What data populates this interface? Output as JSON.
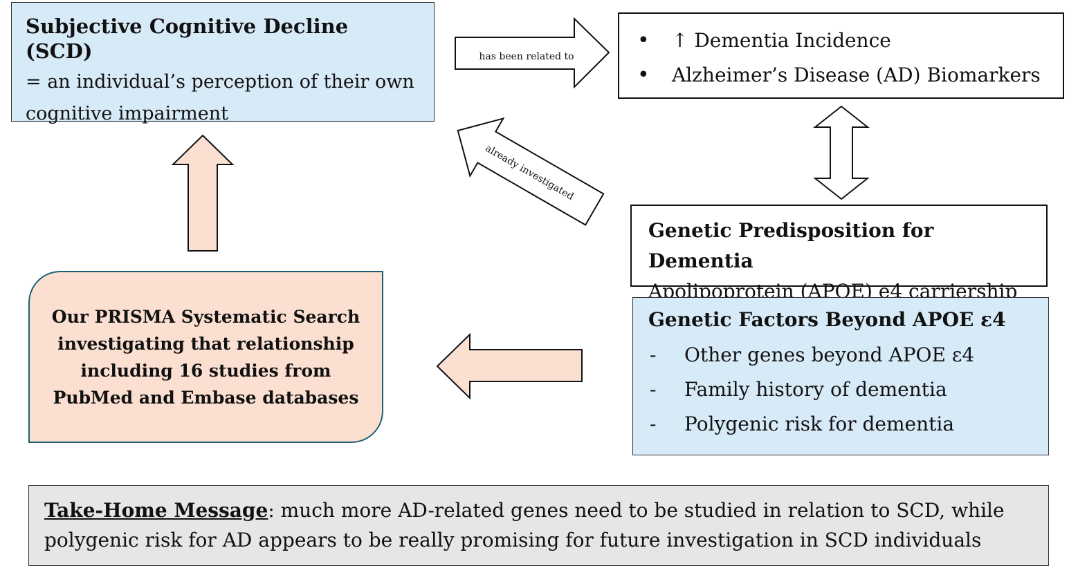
{
  "scd": {
    "title": "Subjective Cognitive Decline (SCD)",
    "description": "= an individual’s perception of their own cognitive impairment"
  },
  "dementia": {
    "items": [
      "↑ Dementia Incidence",
      "Alzheimer’s Disease (AD) Biomarkers"
    ]
  },
  "genetic_predisposition": {
    "title": "Genetic Predisposition for Dementia",
    "description": "Apolipoprotein (APOE) e4 carriership"
  },
  "beyond_apoe": {
    "title": "Genetic Factors Beyond APOE ε4",
    "items": [
      "Other genes beyond APOE ε4",
      "Family history of dementia",
      "Polygenic risk for dementia"
    ]
  },
  "prisma": {
    "text": "Our PRISMA Systematic Search investigating that relationship including 16 studies from PubMed and Embase databases"
  },
  "arrows": {
    "related_label": "has been related to",
    "investigated_label": "already investigated"
  },
  "take_home": {
    "label": "Take-Home Message",
    "text": ": much more  AD-related genes need to be studied in relation to SCD, while polygenic risk for AD appears to be really promising for future investigation in SCD individuals"
  },
  "colors": {
    "light_blue": "#d7eaf8",
    "peach": "#fbe0d2",
    "gray": "#e6e6e6",
    "teal_border": "#1e5f73"
  }
}
